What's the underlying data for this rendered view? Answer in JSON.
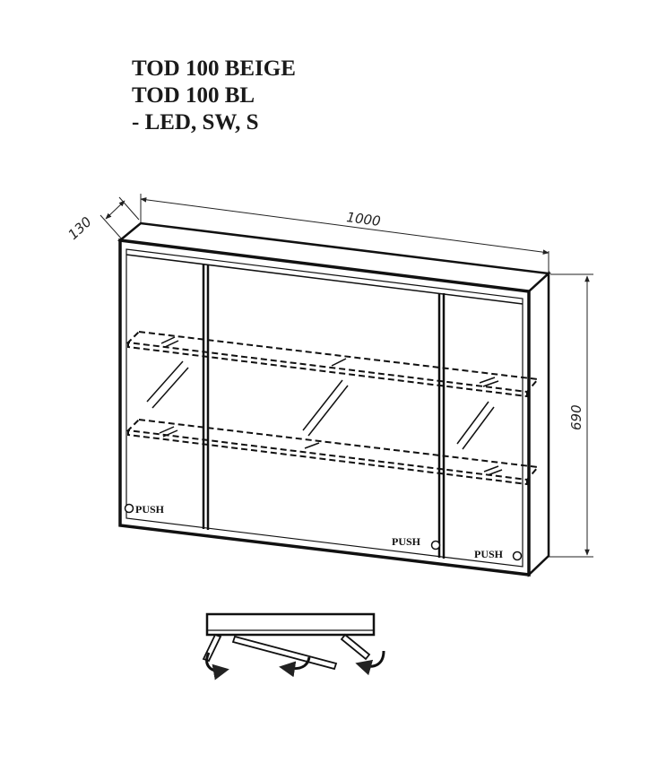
{
  "title": {
    "lines": [
      "TOD 100 BEIGE",
      "TOD 100 BL",
      "- LED, SW, S"
    ]
  },
  "dimensions": {
    "width": "1000",
    "depth": "130",
    "height": "690"
  },
  "buttons": {
    "left": "PUSH",
    "middle": "PUSH",
    "right": "PUSH"
  }
}
